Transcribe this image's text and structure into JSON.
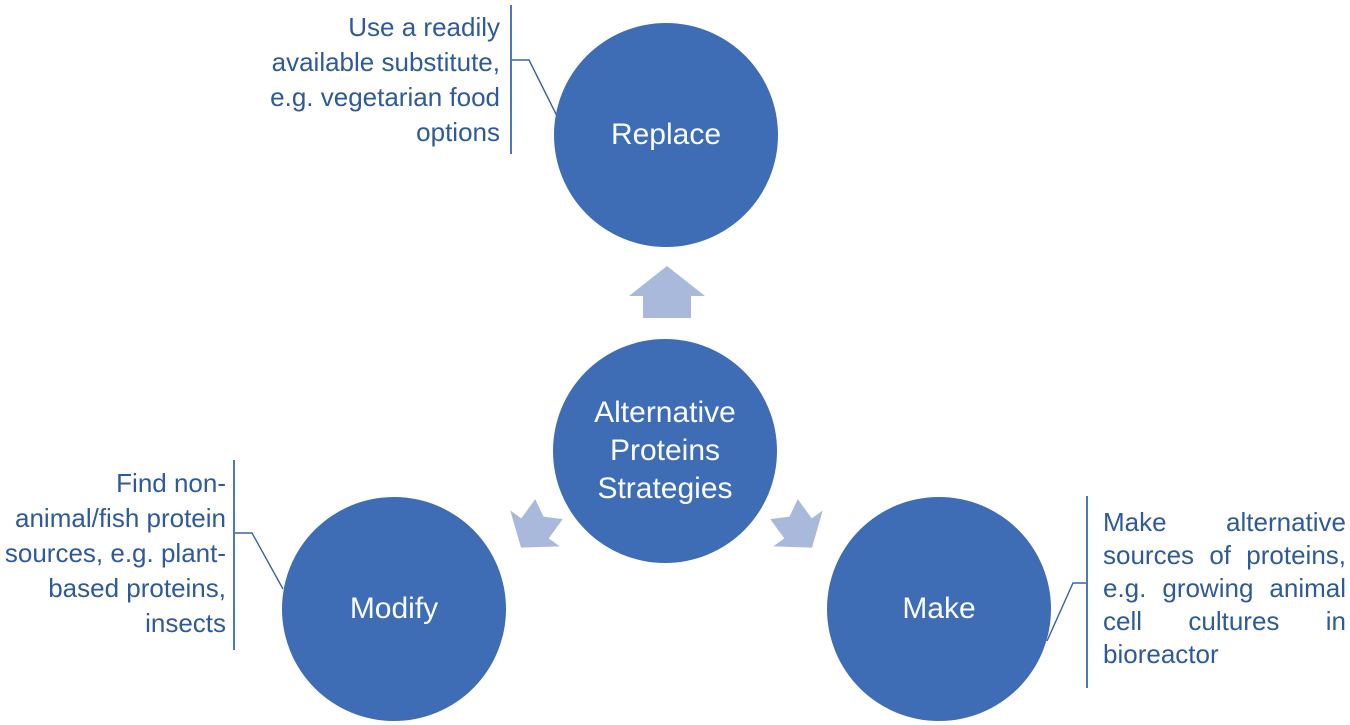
{
  "title": "Alternative Proteins Strategies diagram",
  "colors": {
    "circle_fill": "#3e6cb5",
    "circle_text": "#fafdff",
    "arrow_fill": "#a9b9dc",
    "note_text": "#2e5a9a",
    "callout_line": "#3c639c",
    "rule_line": "#4b79c0",
    "background": "#ffffff"
  },
  "center": {
    "label": "Alternative\nProteins\nStrategies"
  },
  "nodes": [
    {
      "id": "replace",
      "label": "Replace",
      "note": "Use a readily\navailable substitute,\ne.g. vegetarian food\noptions"
    },
    {
      "id": "modify",
      "label": "Modify",
      "note": "Find non-\nanimal/fish protein\nsources, e.g. plant-\nbased proteins,\ninsects"
    },
    {
      "id": "make",
      "label": "Make",
      "note": "Make alternative\nsources of proteins,\ne.g. growing animal\ncell cultures in\nbioreactor"
    }
  ]
}
